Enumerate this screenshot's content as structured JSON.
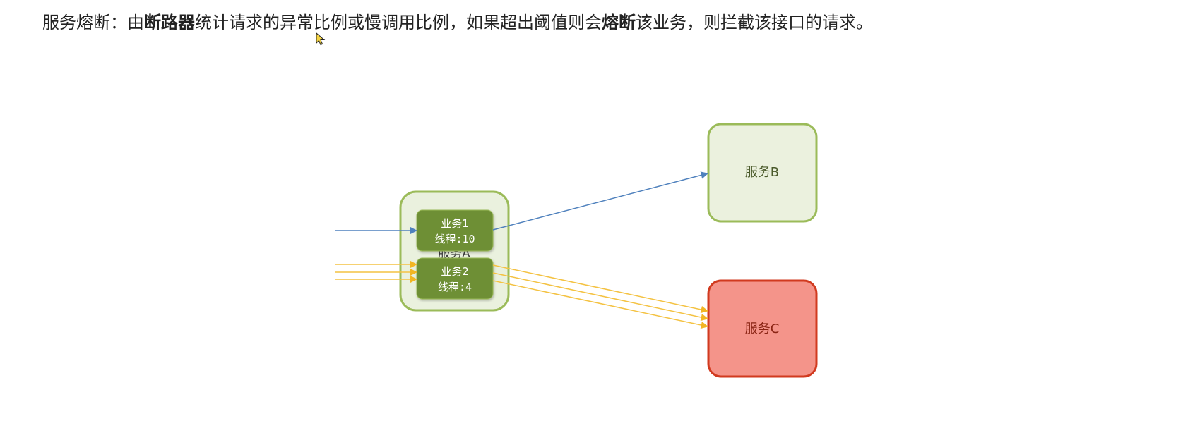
{
  "heading": {
    "part1": "服务熔断：由",
    "bold1": "断路器",
    "part2": "统计请求的异常比例或慢调用比例，如果超出阈值则会",
    "bold2": "熔断",
    "part3": "该业务，则拦截该接口的请求。"
  },
  "diagram": {
    "service_a": {
      "label": "服务A"
    },
    "business_1": {
      "line1": "业务1",
      "line2": "线程:10"
    },
    "business_2": {
      "line1": "业务2",
      "line2": "线程:4"
    },
    "service_b": {
      "label": "服务B"
    },
    "service_c": {
      "label": "服务C"
    }
  },
  "colors": {
    "service_a_fill": "#eaf1de",
    "service_a_border": "#9bbb59",
    "business_fill": "#6e8f36",
    "service_b_fill": "#ebf1de",
    "service_b_border": "#9bbb59",
    "service_c_fill": "#f4948a",
    "service_c_border": "#d13a1f",
    "blue_arrow": "#4f81bd",
    "yellow_arrow": "#f4c242"
  }
}
